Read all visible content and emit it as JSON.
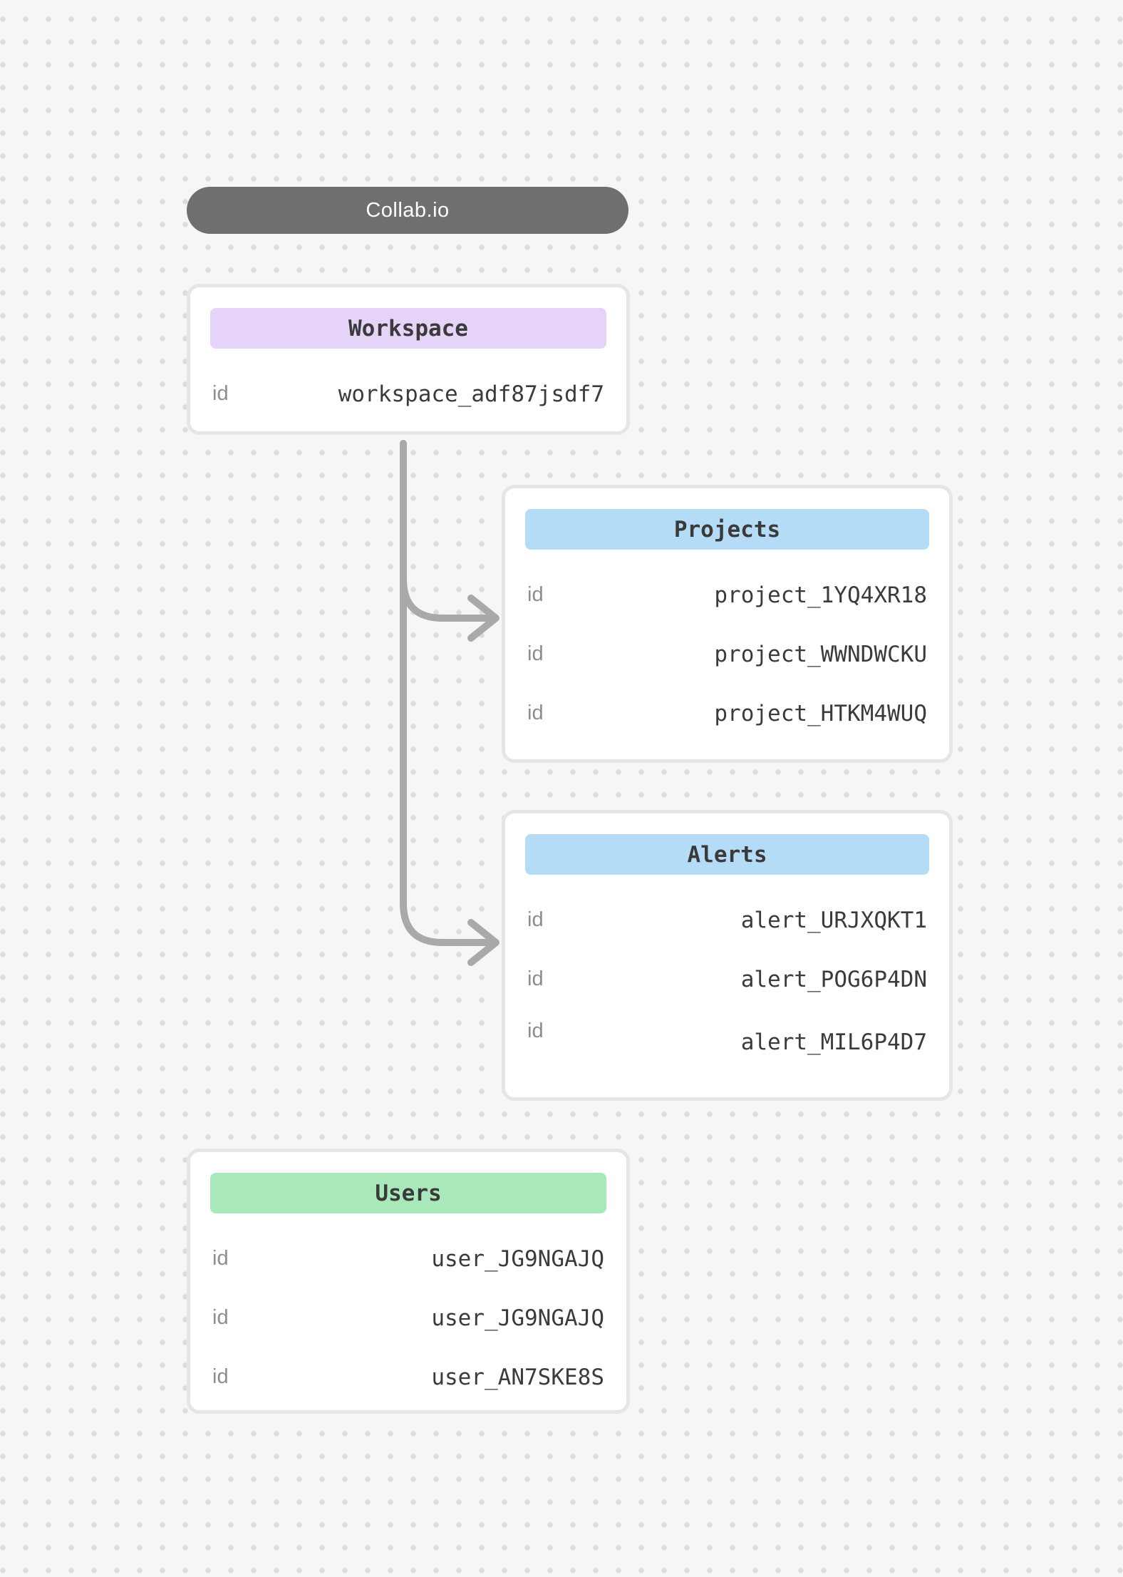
{
  "canvas": {
    "background_color": "#f6f6f7",
    "dot_color": "#dcdcdc",
    "connector_color": "#a9a9a9"
  },
  "app_pill": {
    "label": "Collab.io",
    "bg_color": "#6f6f6f",
    "text_color": "#ffffff"
  },
  "nodes": {
    "workspace": {
      "title": "Workspace",
      "header_color": "#e6d3f8",
      "rows": [
        {
          "label": "id",
          "value": "workspace_adf87jsdf7"
        }
      ]
    },
    "projects": {
      "title": "Projects",
      "header_color": "#b5dcf7",
      "rows": [
        {
          "label": "id",
          "value": "project_1YQ4XR18"
        },
        {
          "label": "id",
          "value": "project_WWNDWCKU"
        },
        {
          "label": "id",
          "value": "project_HTKM4WUQ"
        }
      ]
    },
    "alerts": {
      "title": "Alerts",
      "header_color": "#b5dcf7",
      "rows": [
        {
          "label": "id",
          "value": "alert_URJXQKT1"
        },
        {
          "label": "id",
          "value": "alert_POG6P4DN"
        },
        {
          "label": "id",
          "value": "alert_MIL6P4D7"
        }
      ]
    },
    "users": {
      "title": "Users",
      "header_color": "#a9e9b9",
      "rows": [
        {
          "label": "id",
          "value": "user_JG9NGAJQ"
        },
        {
          "label": "id",
          "value": "user_JG9NGAJQ"
        },
        {
          "label": "id",
          "value": "user_AN7SKE8S"
        }
      ]
    }
  },
  "edges": [
    {
      "from": "Workspace",
      "to": "Projects"
    },
    {
      "from": "Workspace",
      "to": "Alerts"
    }
  ]
}
